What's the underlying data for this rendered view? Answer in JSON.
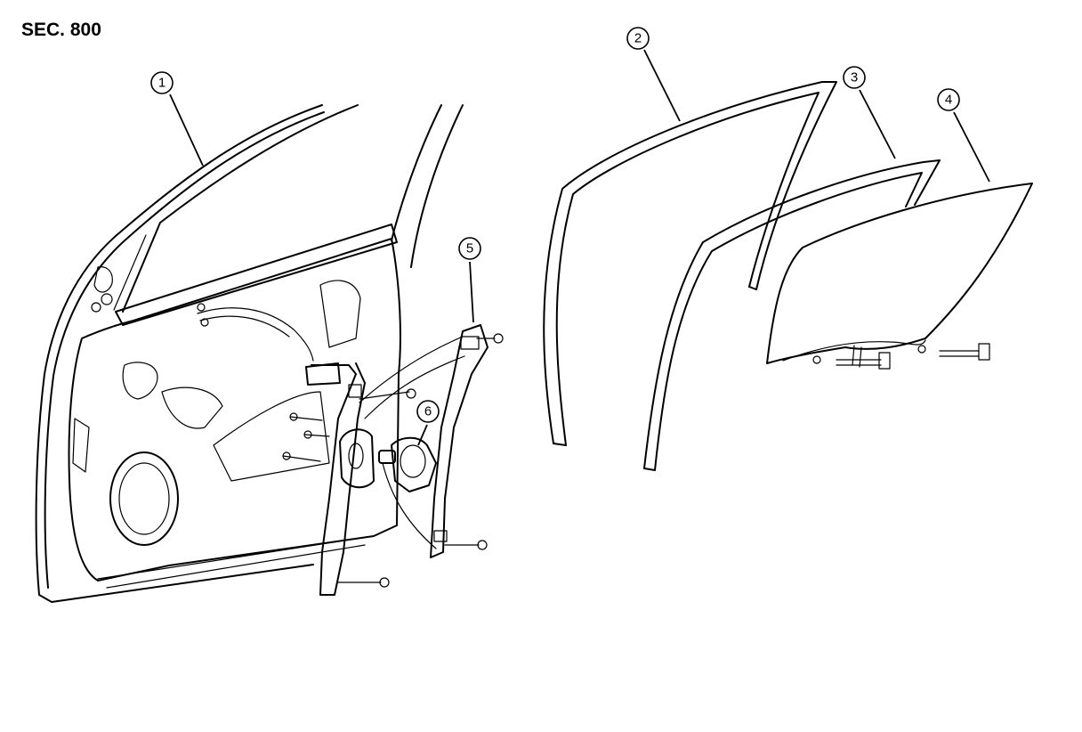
{
  "section_label": "SEC. 800",
  "callouts": [
    {
      "id": "1",
      "label": "1"
    },
    {
      "id": "2",
      "label": "2"
    },
    {
      "id": "3",
      "label": "3"
    },
    {
      "id": "4",
      "label": "4"
    },
    {
      "id": "5",
      "label": "5"
    },
    {
      "id": "6",
      "label": "6"
    }
  ]
}
